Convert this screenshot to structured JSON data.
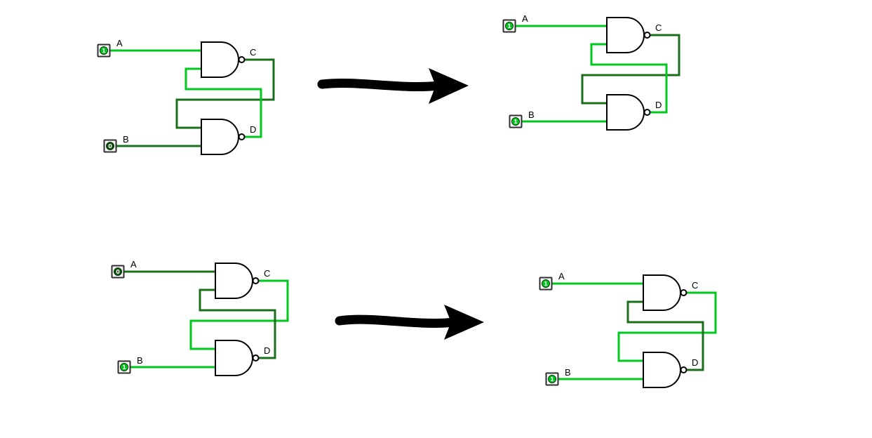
{
  "colors": {
    "wire_on": "#00C81E",
    "wire_off": "#1B6F1B",
    "led_on": "#00C81E",
    "led_off": "#0D4F0D",
    "arrow": "#000000",
    "background": "#FFFFFF"
  },
  "arrows": {
    "color": "#000000"
  },
  "circuits": [
    {
      "id": "top-left",
      "input_a": {
        "label": "A",
        "value": "1",
        "wire_color": "#00C81E",
        "led_color": "#00C81E"
      },
      "input_b": {
        "label": "B",
        "value": "0",
        "wire_color": "#1B6F1B",
        "led_color": "#0D4F0D"
      },
      "output_c": {
        "label": "C",
        "wire_color": "#1B6F1B"
      },
      "output_d": {
        "label": "D",
        "wire_color": "#00C81E"
      }
    },
    {
      "id": "top-right",
      "input_a": {
        "label": "A",
        "value": "1",
        "wire_color": "#00C81E",
        "led_color": "#00C81E"
      },
      "input_b": {
        "label": "B",
        "value": "1",
        "wire_color": "#00C81E",
        "led_color": "#00C81E"
      },
      "output_c": {
        "label": "C",
        "wire_color": "#1B6F1B"
      },
      "output_d": {
        "label": "D",
        "wire_color": "#00C81E"
      }
    },
    {
      "id": "bottom-left",
      "input_a": {
        "label": "A",
        "value": "0",
        "wire_color": "#1B6F1B",
        "led_color": "#0D4F0D"
      },
      "input_b": {
        "label": "B",
        "value": "1",
        "wire_color": "#00C81E",
        "led_color": "#00C81E"
      },
      "output_c": {
        "label": "C",
        "wire_color": "#00C81E"
      },
      "output_d": {
        "label": "D",
        "wire_color": "#1B6F1B"
      }
    },
    {
      "id": "bottom-right",
      "input_a": {
        "label": "A",
        "value": "1",
        "wire_color": "#00C81E",
        "led_color": "#00C81E"
      },
      "input_b": {
        "label": "B",
        "value": "1",
        "wire_color": "#00C81E",
        "led_color": "#00C81E"
      },
      "output_c": {
        "label": "C",
        "wire_color": "#00C81E"
      },
      "output_d": {
        "label": "D",
        "wire_color": "#1B6F1B"
      }
    }
  ]
}
